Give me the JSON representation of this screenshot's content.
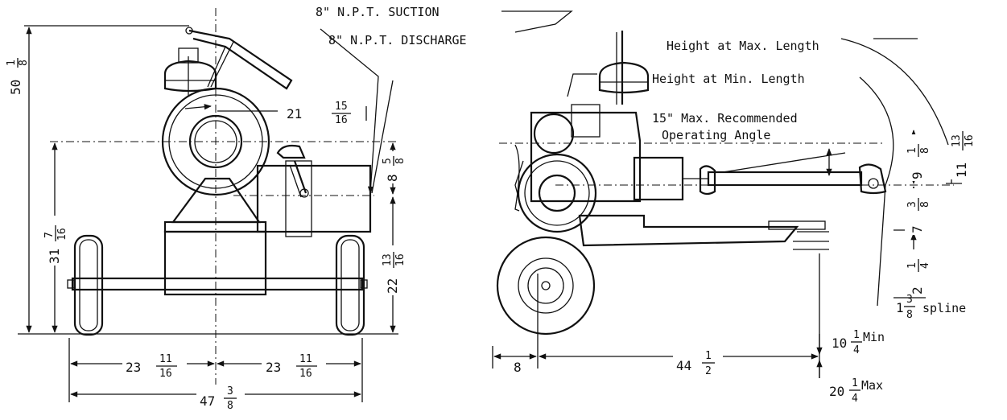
{
  "callouts": {
    "suction": "8\" N.P.T. SUCTION",
    "discharge": "8\" N.P.T. DISCHARGE",
    "height_max": "Height at Max. Length",
    "height_min": "Height at Min. Length",
    "angle_line1": "15\" Max. Recommended",
    "angle_line2": "Operating Angle",
    "spline": "spline"
  },
  "front_view": {
    "overall_height": {
      "whole": "50",
      "num": "1",
      "den": "8"
    },
    "mid_height": {
      "whole": "31",
      "num": "7",
      "den": "16"
    },
    "axle_height": {
      "whole": "22",
      "num": "13",
      "den": "16"
    },
    "offset_top": {
      "whole": "21",
      "num": "15",
      "den": "16"
    },
    "offset_side": {
      "whole": "8",
      "num": "5",
      "den": "8"
    },
    "half_width_left": {
      "whole": "23",
      "num": "11",
      "den": "16"
    },
    "half_width_right": {
      "whole": "23",
      "num": "11",
      "den": "16"
    },
    "overall_width": {
      "whole": "47",
      "num": "3",
      "den": "8"
    }
  },
  "side_view": {
    "height_max_val": {
      "whole": "11",
      "num": "13",
      "den": "16"
    },
    "shaft_a": {
      "whole": "9",
      "num": "1",
      "den": "8"
    },
    "shaft_b": {
      "whole": "7",
      "num": "3",
      "den": "8"
    },
    "hitch": {
      "whole": "2",
      "num": "1",
      "den": "4"
    },
    "spline_size": {
      "whole": "1",
      "num": "3",
      "den": "8"
    },
    "rear_offset": "8",
    "length": {
      "whole": "44",
      "num": "1",
      "den": "2"
    },
    "min_len": {
      "whole": "10",
      "num": "1",
      "den": "4",
      "suffix": "Min"
    },
    "max_len": {
      "whole": "20",
      "num": "1",
      "den": "4",
      "suffix": "Max"
    }
  }
}
